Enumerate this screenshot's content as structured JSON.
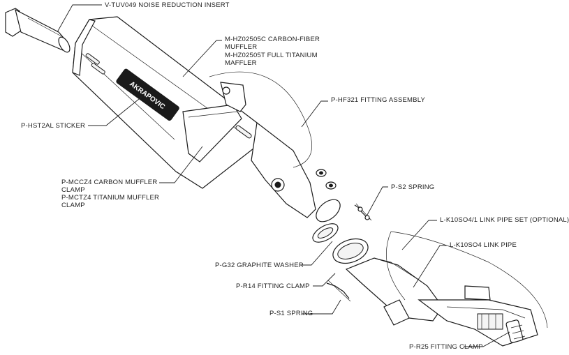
{
  "labels": {
    "noise_insert": "V-TUV049  NOISE REDUCTION INSERT",
    "muffler_1": "M-HZ02505C  CARBON-FIBER",
    "muffler_2": "MUFFLER",
    "muffler_3": "M-HZ02505T  FULL TITANIUM",
    "muffler_4": "MAFFLER",
    "fitting_assembly": "P-HF321 FITTING ASSEMBLY",
    "sticker": "P-HST2AL  STICKER",
    "clamp_1": "P-MCCZ4  CARBON MUFFLER",
    "clamp_2": "CLAMP",
    "clamp_3": "P-MCTZ4  TITANIUM MUFFLER",
    "clamp_4": "CLAMP",
    "spring_s2": "P-S2  SPRING",
    "link_pipe_set": "L-K10SO4/1  LINK PIPE SET (OPTIONAL)",
    "link_pipe": "L-K10SO4  LINK PIPE",
    "graphite_washer": "P-G32  GRAPHITE WASHER",
    "fitting_clamp_r14": "P-R14  FITTING CLAMP",
    "spring_s1": "P-S1  SPRING",
    "fitting_clamp_r25": "P-R25  FITTING CLAMP"
  },
  "logo_text": "AKRAPOVIC",
  "colors": {
    "ink": "#222222",
    "background": "#ffffff"
  }
}
